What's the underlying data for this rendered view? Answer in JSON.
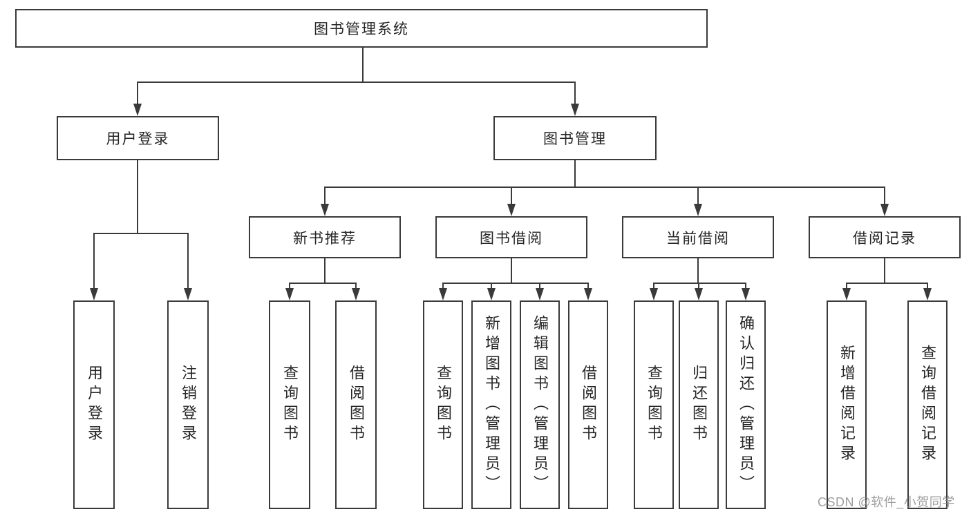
{
  "tree": {
    "root": {
      "label": "图书管理系统"
    },
    "branches": [
      {
        "label": "用户登录",
        "children": [
          {
            "label": "用户登录"
          },
          {
            "label": "注销登录"
          }
        ]
      },
      {
        "label": "图书管理",
        "children": [
          {
            "label": "新书推荐",
            "children": [
              {
                "label": "查询图书"
              },
              {
                "label": "借阅图书"
              }
            ]
          },
          {
            "label": "图书借阅",
            "children": [
              {
                "label": "查询图书"
              },
              {
                "label": "新增图书（管理员）"
              },
              {
                "label": "编辑图书（管理员）"
              },
              {
                "label": "借阅图书"
              }
            ]
          },
          {
            "label": "当前借阅",
            "children": [
              {
                "label": "查询图书"
              },
              {
                "label": "归还图书"
              },
              {
                "label": "确认归还（管理员）"
              }
            ]
          },
          {
            "label": "借阅记录",
            "children": [
              {
                "label": "新增借阅记录"
              },
              {
                "label": "查询借阅记录"
              }
            ]
          }
        ]
      }
    ]
  },
  "watermark": {
    "text": "CSDN @软件_小贺同学"
  },
  "colors": {
    "line": "#3a3a3a",
    "box_border": "#3a3a3a",
    "text": "#262626",
    "background": "#ffffff",
    "watermark": "#8c8c8c"
  }
}
